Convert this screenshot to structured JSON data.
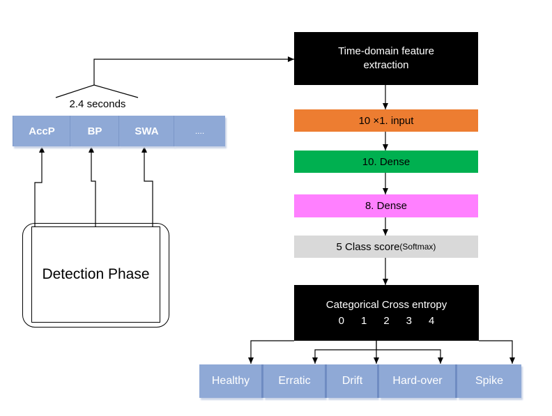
{
  "diagram": {
    "signals_caption": "2.4 seconds",
    "signals": [
      "AccP",
      "BP",
      "SWA",
      "...."
    ],
    "detection_label": "Detection Phase",
    "feature_extraction": "Time-domain feature extraction",
    "layers": [
      {
        "label": "10 ×1. input",
        "color": "#ed7d31"
      },
      {
        "label": "10. Dense",
        "color": "#00b050"
      },
      {
        "label": "8. Dense",
        "color": "#ff80ff"
      }
    ],
    "score_main": "5 Class score",
    "score_sub": "(Softmax)",
    "loss_title": "Categorical Cross entropy",
    "loss_indices": [
      "0",
      "1",
      "2",
      "3",
      "4"
    ],
    "classes": [
      "Healthy",
      "Erratic",
      "Drift",
      "Hard-over",
      "Spike"
    ],
    "colors": {
      "signal_fill": "#8fa9d6",
      "score_fill": "#d9d9d9",
      "box_black": "#000000"
    }
  }
}
